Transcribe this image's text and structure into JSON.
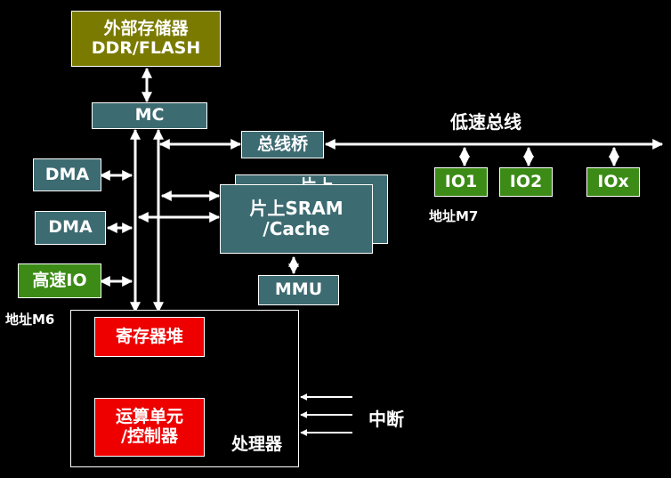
{
  "colors": {
    "background": "#000000",
    "teal_box": "#3d6b72",
    "green_box": "#3c8b16",
    "olive_box": "#7a7a00",
    "red_box": "#ee0000",
    "line": "#ffffff"
  },
  "external_storage": {
    "line1": "外部存储器",
    "line2": "DDR/FLASH"
  },
  "mc": "MC",
  "bus_bridge": "总线桥",
  "low_speed_bus": "低速总线",
  "io_devices": [
    "IO1",
    "IO2",
    "IOx"
  ],
  "address_m7": "地址M7",
  "dma_1": "DMA",
  "dma_2": "DMA",
  "high_speed_io": "高速IO",
  "address_m6": "地址M6",
  "sram": {
    "line1": "片上SRAM",
    "line2": "/Cache",
    "back_text": "片上"
  },
  "mmu": "MMU",
  "register_file": "寄存器堆",
  "alu": {
    "line1": "运算单元",
    "line2": "/控制器"
  },
  "processor": "处理器",
  "interrupt": "中断"
}
